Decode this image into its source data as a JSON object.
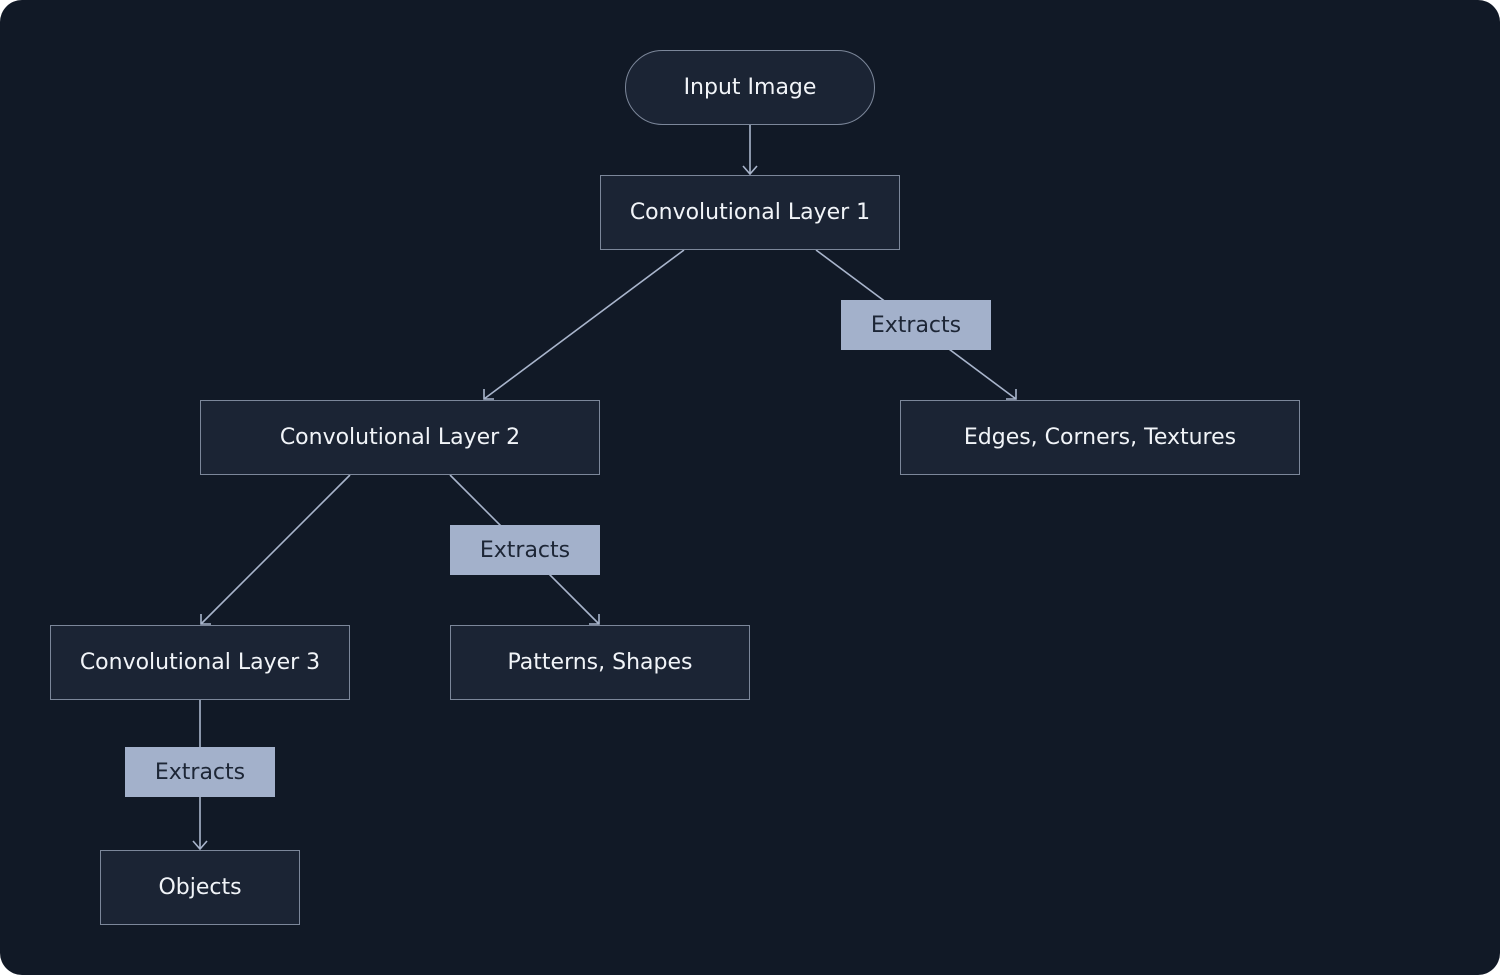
{
  "diagram": {
    "colors": {
      "background": "#111926",
      "node_fill": "#1b2434",
      "node_border": "#7c879a",
      "node_text": "#f1f4f8",
      "edge": "#a9b5cc",
      "label_fill": "#a3b1cb",
      "label_text": "#1d2636"
    },
    "nodes": {
      "input": "Input Image",
      "conv1": "Convolutional Layer 1",
      "conv2": "Convolutional Layer 2",
      "conv3": "Convolutional Layer 3",
      "edges_features": "Edges, Corners, Textures",
      "pattern_features": "Patterns, Shapes",
      "object_features": "Objects"
    },
    "edge_labels": {
      "conv1_extracts": "Extracts",
      "conv2_extracts": "Extracts",
      "conv3_extracts": "Extracts"
    }
  }
}
